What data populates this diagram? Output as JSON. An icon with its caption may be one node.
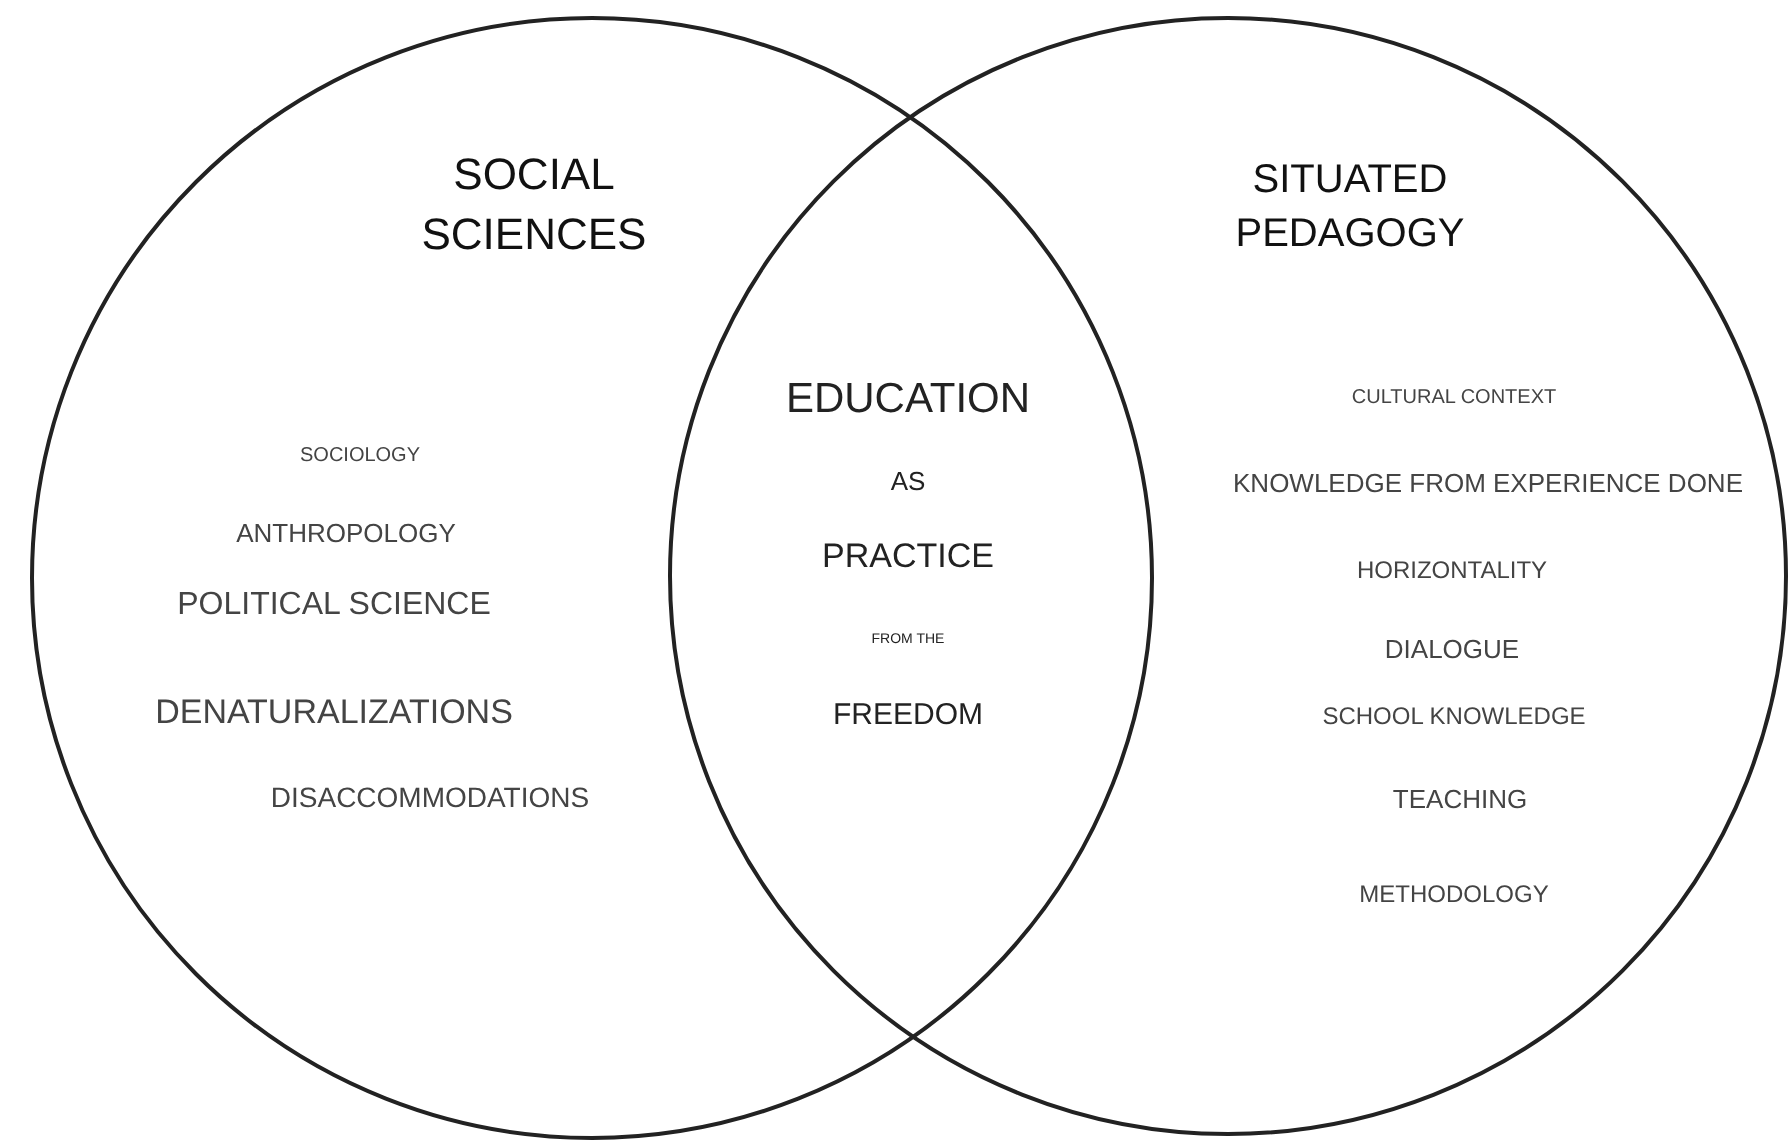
{
  "diagram": {
    "nodes": [
      {
        "text": [
          "SOCIAL SCIENCES",
          "SOCIOLOGY",
          "ANTHROPOLOGY",
          "POLITICAL SCIENCE",
          "DENATURALIZATIONS",
          "DISACCOMMODATIONS"
        ]
      },
      {
        "text": [
          "SITUATED PEDAGOGY",
          "CULTURAL CONTEXT",
          "KNOWLEDGE FROM EXPERIENCE DONE",
          "HORIZONTALITY",
          "DIALOGUE",
          "SCHOOL KNOWLEDGE",
          "TEACHING",
          "METHODOLOGY"
        ]
      }
    ],
    "labels": [
      "EDUCATION",
      "AS",
      "PRACTICE",
      "FROM THE",
      "FREEDOM"
    ]
  }
}
